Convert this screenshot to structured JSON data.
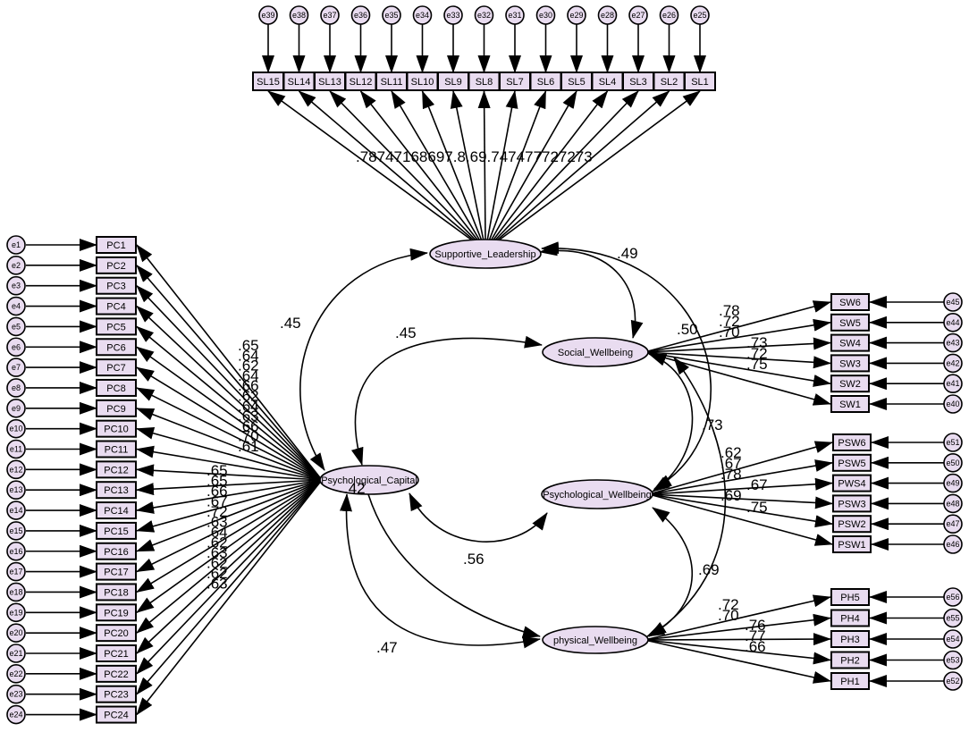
{
  "latents": {
    "SL": "Supportive_Leadership",
    "PC": "Psychological_Capital",
    "SW": "Social_Wellbeing",
    "PSW": "Psychological_Wellbeing",
    "PH": "physical_Wellbeing"
  },
  "indicators": {
    "SL": [
      {
        "label": "SL15",
        "error": "e39"
      },
      {
        "label": "SL14",
        "error": "e38"
      },
      {
        "label": "SL13",
        "error": "e37"
      },
      {
        "label": "SL12",
        "error": "e36"
      },
      {
        "label": "SL11",
        "error": "e35"
      },
      {
        "label": "SL10",
        "error": "e34"
      },
      {
        "label": "SL9",
        "error": "e33"
      },
      {
        "label": "SL8",
        "error": "e32"
      },
      {
        "label": "SL7",
        "error": "e31"
      },
      {
        "label": "SL6",
        "error": "e30"
      },
      {
        "label": "SL5",
        "error": "e29"
      },
      {
        "label": "SL4",
        "error": "e28"
      },
      {
        "label": "SL3",
        "error": "e27"
      },
      {
        "label": "SL2",
        "error": "e26"
      },
      {
        "label": "SL1",
        "error": "e25"
      }
    ],
    "PC": [
      {
        "label": "PC1",
        "error": "e1"
      },
      {
        "label": "PC2",
        "error": "e2"
      },
      {
        "label": "PC3",
        "error": "e3"
      },
      {
        "label": "PC4",
        "error": "e4"
      },
      {
        "label": "PC5",
        "error": "e5"
      },
      {
        "label": "PC6",
        "error": "e6"
      },
      {
        "label": "PC7",
        "error": "e7"
      },
      {
        "label": "PC8",
        "error": "e8"
      },
      {
        "label": "PC9",
        "error": "e9"
      },
      {
        "label": "PC10",
        "error": "e10"
      },
      {
        "label": "PC11",
        "error": "e11"
      },
      {
        "label": "PC12",
        "error": "e12"
      },
      {
        "label": "PC13",
        "error": "e13"
      },
      {
        "label": "PC14",
        "error": "e14"
      },
      {
        "label": "PC15",
        "error": "e15"
      },
      {
        "label": "PC16",
        "error": "e16"
      },
      {
        "label": "PC17",
        "error": "e17"
      },
      {
        "label": "PC18",
        "error": "e18"
      },
      {
        "label": "PC19",
        "error": "e19"
      },
      {
        "label": "PC20",
        "error": "e20"
      },
      {
        "label": "PC21",
        "error": "e21"
      },
      {
        "label": "PC22",
        "error": "e22"
      },
      {
        "label": "PC23",
        "error": "e23"
      },
      {
        "label": "PC24",
        "error": "e24"
      }
    ],
    "SW": [
      {
        "label": "SW6",
        "error": "e45"
      },
      {
        "label": "SW5",
        "error": "e44"
      },
      {
        "label": "SW4",
        "error": "e43"
      },
      {
        "label": "SW3",
        "error": "e42"
      },
      {
        "label": "SW2",
        "error": "e41"
      },
      {
        "label": "SW1",
        "error": "e40"
      }
    ],
    "PSW": [
      {
        "label": "PSW6",
        "error": "e51"
      },
      {
        "label": "PSW5",
        "error": "e50"
      },
      {
        "label": "PWS4",
        "error": "e49"
      },
      {
        "label": "PSW3",
        "error": "e48"
      },
      {
        "label": "PSW2",
        "error": "e47"
      },
      {
        "label": "PSW1",
        "error": "e46"
      }
    ],
    "PH": [
      {
        "label": "PH5",
        "error": "e56"
      },
      {
        "label": "PH4",
        "error": "e55"
      },
      {
        "label": "PH3",
        "error": "e54"
      },
      {
        "label": "PH2",
        "error": "e53"
      },
      {
        "label": "PH1",
        "error": "e52"
      }
    ]
  },
  "coefficients": {
    "sl_loadings_strip": ".78747168697.8.69.747477727273",
    "pc_loadings_upper": [
      ".65",
      ".64",
      ".62",
      ".64",
      ".66",
      ".62",
      ".64",
      ".63",
      ".66",
      ".70",
      ".61"
    ],
    "pc_loadings_lower": [
      ".65",
      ".65",
      ".66",
      ".67",
      ".72",
      ".63",
      ".64",
      ".62",
      ".63",
      ".62",
      ".62",
      ".63"
    ],
    "sw_loadings": [
      ".78",
      ".72",
      ".70",
      ".73",
      ".72",
      ".75"
    ],
    "psw_loadings": [
      ".62",
      ".67",
      ".78",
      ".67",
      ".69",
      ".75"
    ],
    "ph_loadings": [
      ".72",
      ".70",
      ".76",
      ".77",
      ".66"
    ],
    "sl_pc": ".45",
    "pc_sw": ".45",
    "sl_sw": ".49",
    "sw_psw_left": ".50",
    "sl_psw": ".73",
    "pc_ph": ".42",
    "pc_psw": ".56",
    "psw_ph": ".69",
    "pc_ph_lower": ".47"
  }
}
